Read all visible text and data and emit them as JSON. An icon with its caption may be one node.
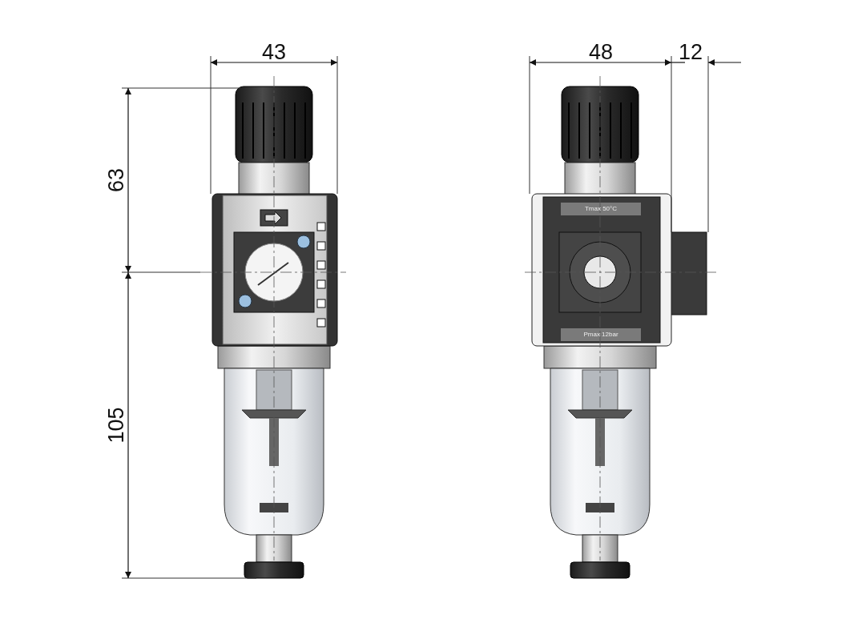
{
  "diagram": {
    "labels": [
      "43",
      "63",
      "105",
      "48",
      "12",
      "Tmax 50°C",
      "Pmax 12bar"
    ]
  }
}
